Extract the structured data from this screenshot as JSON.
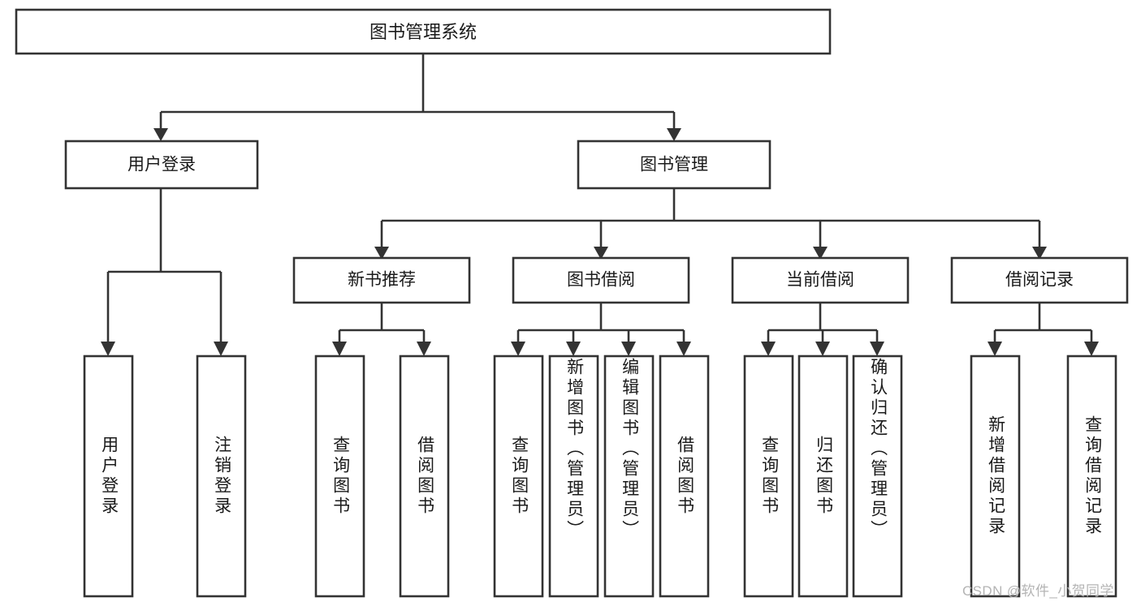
{
  "diagram": {
    "type": "tree-hierarchy",
    "title": "图书管理系统",
    "orientation": "top-down",
    "colors": {
      "stroke": "#333333",
      "fill": "#ffffff",
      "text": "#1a1a1a",
      "watermark": "#b4b4b4",
      "background": "#ffffff"
    },
    "root": {
      "label": "图书管理系统"
    },
    "level1": [
      {
        "id": "user-login",
        "label": "用户登录"
      },
      {
        "id": "book-manage",
        "label": "图书管理"
      }
    ],
    "level2": [
      {
        "id": "new-book-recommend",
        "label": "新书推荐",
        "parent": "book-manage"
      },
      {
        "id": "book-borrow",
        "label": "图书借阅",
        "parent": "book-manage"
      },
      {
        "id": "current-borrow",
        "label": "当前借阅",
        "parent": "book-manage"
      },
      {
        "id": "borrow-record",
        "label": "借阅记录",
        "parent": "book-manage"
      }
    ],
    "leaves": {
      "user-login": [
        {
          "id": "leaf-user-login",
          "label": "用户登录"
        },
        {
          "id": "leaf-user-logout",
          "label": "注销登录"
        }
      ],
      "new-book-recommend": [
        {
          "id": "leaf-query-book-1",
          "label": "查询图书"
        },
        {
          "id": "leaf-borrow-book-1",
          "label": "借阅图书"
        }
      ],
      "book-borrow": [
        {
          "id": "leaf-query-book-2",
          "label": "查询图书"
        },
        {
          "id": "leaf-add-book",
          "label": "新增图书（管理员）"
        },
        {
          "id": "leaf-edit-book",
          "label": "编辑图书（管理员）"
        },
        {
          "id": "leaf-borrow-book-2",
          "label": "借阅图书"
        }
      ],
      "current-borrow": [
        {
          "id": "leaf-query-book-3",
          "label": "查询图书"
        },
        {
          "id": "leaf-return-book",
          "label": "归还图书"
        },
        {
          "id": "leaf-confirm-return",
          "label": "确认归还（管理员）"
        }
      ],
      "borrow-record": [
        {
          "id": "leaf-add-record",
          "label": "新增借阅记录"
        },
        {
          "id": "leaf-query-record",
          "label": "查询借阅记录"
        }
      ]
    }
  },
  "watermark": {
    "text": "CSDN @软件_小贺同学"
  }
}
